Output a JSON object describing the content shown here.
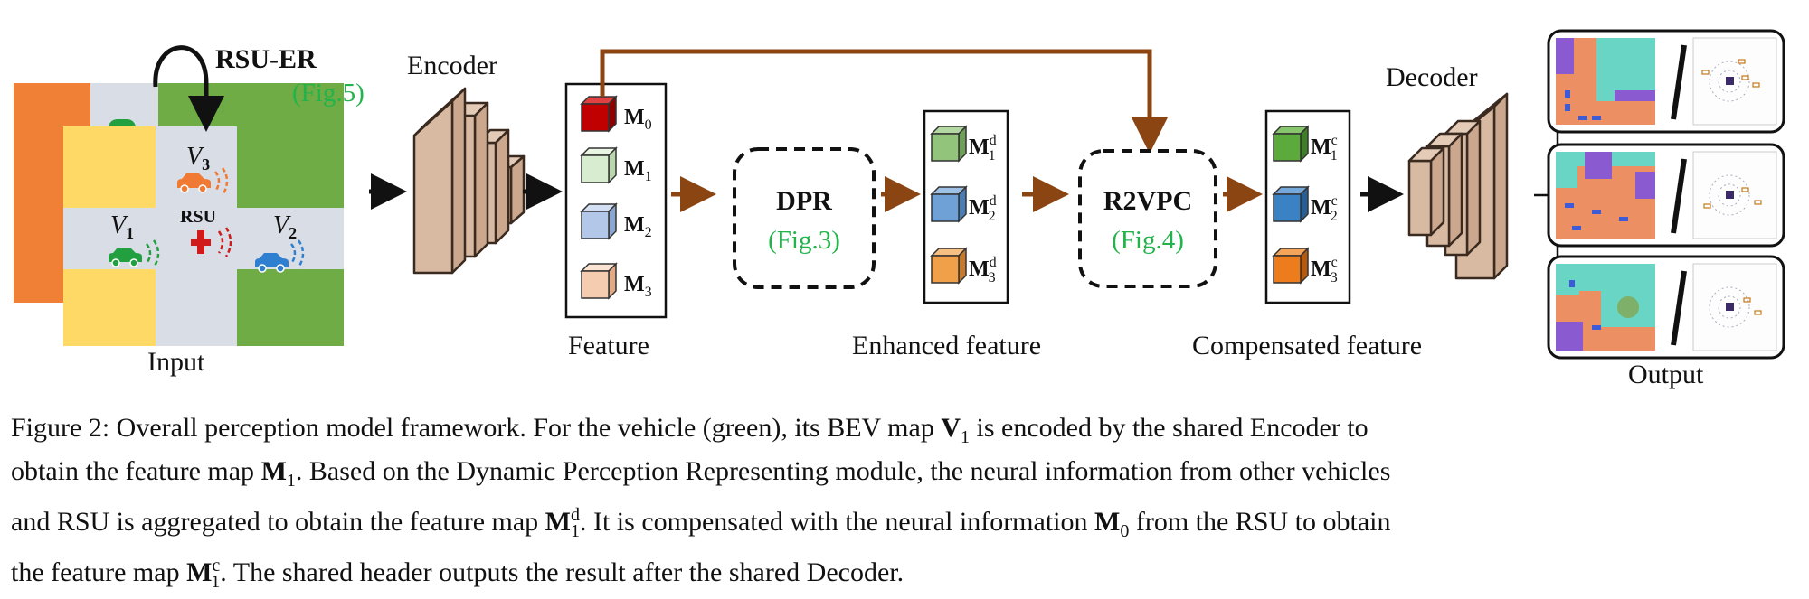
{
  "colors": {
    "orange_map": "#ef8036",
    "yellow_map": "#fed966",
    "green_map": "#6fac46",
    "road": "#d9dde6",
    "vehicle_green": "#22a040",
    "vehicle_orange": "#f07a33",
    "vehicle_blue": "#2f7fd0",
    "rsu_red": "#d11a1a",
    "arrow_brown": "#8b4513",
    "accent_green": "#22b34a",
    "m0": "#c00000",
    "m1": "#d8ecd0",
    "m2": "#b3c8e8",
    "m3": "#f6ccb0",
    "md1": "#92c47c",
    "md2": "#6fa0d6",
    "md3": "#f1a04a",
    "mc1": "#5caa3c",
    "mc2": "#3b82c4",
    "mc3": "#ed7d1c",
    "encoder": "#d8b9a1",
    "seg_orange": "#ec8f62",
    "seg_teal": "#68d5c5",
    "seg_purple": "#8a5ad1",
    "seg_blue": "#3d5bd6"
  },
  "input": {
    "label": "Input",
    "rsu_er_title": "RSU-ER",
    "rsu_er_ref": "(Fig.5)",
    "v1_letter": "V",
    "v1_sub": "1",
    "v2_letter": "V",
    "v2_sub": "2",
    "v3_letter": "V",
    "v3_sub": "3",
    "rsu_label": "RSU"
  },
  "encoder": {
    "label": "Encoder"
  },
  "feature": {
    "label": "Feature",
    "items": [
      {
        "main": "M",
        "sub": "0",
        "sup": ""
      },
      {
        "main": "M",
        "sub": "1",
        "sup": ""
      },
      {
        "main": "M",
        "sub": "2",
        "sup": ""
      },
      {
        "main": "M",
        "sub": "3",
        "sup": ""
      }
    ]
  },
  "dpr": {
    "title": "DPR",
    "ref": "(Fig.3)"
  },
  "enhanced": {
    "label": "Enhanced feature",
    "items": [
      {
        "main": "M",
        "sub": "1",
        "sup": "d"
      },
      {
        "main": "M",
        "sub": "2",
        "sup": "d"
      },
      {
        "main": "M",
        "sub": "3",
        "sup": "d"
      }
    ]
  },
  "r2vpc": {
    "title": "R2VPC",
    "ref": "(Fig.4)"
  },
  "compensated": {
    "label": "Compensated feature",
    "items": [
      {
        "main": "M",
        "sub": "1",
        "sup": "c"
      },
      {
        "main": "M",
        "sub": "2",
        "sup": "c"
      },
      {
        "main": "M",
        "sub": "3",
        "sup": "c"
      }
    ]
  },
  "decoder": {
    "label": "Decoder"
  },
  "output": {
    "label": "Output",
    "separator": "/"
  },
  "caption": {
    "fig": "Figure 2:",
    "t1": "Overall perception model framework. For the vehicle (green), its BEV map",
    "v1_main": "V",
    "v1_sub": "1",
    "t2": "is encoded by the shared Encoder to",
    "t3": "obtain the feature map",
    "m1_main": "M",
    "m1_sub": "1",
    "t4": ". Based on the Dynamic Perception Representing module, the neural information from other vehicles",
    "t5": "and RSU is aggregated to obtain the feature map",
    "md_main": "M",
    "md_sub": "1",
    "md_sup": "d",
    "t6": ". It is compensated with the neural information",
    "m0_main": "M",
    "m0_sub": "0",
    "t7": "from the RSU to obtain",
    "t8": "the feature map",
    "mc_main": "M",
    "mc_sub": "1",
    "mc_sup": "c",
    "t9": ". The shared header outputs the result after the shared Decoder."
  }
}
